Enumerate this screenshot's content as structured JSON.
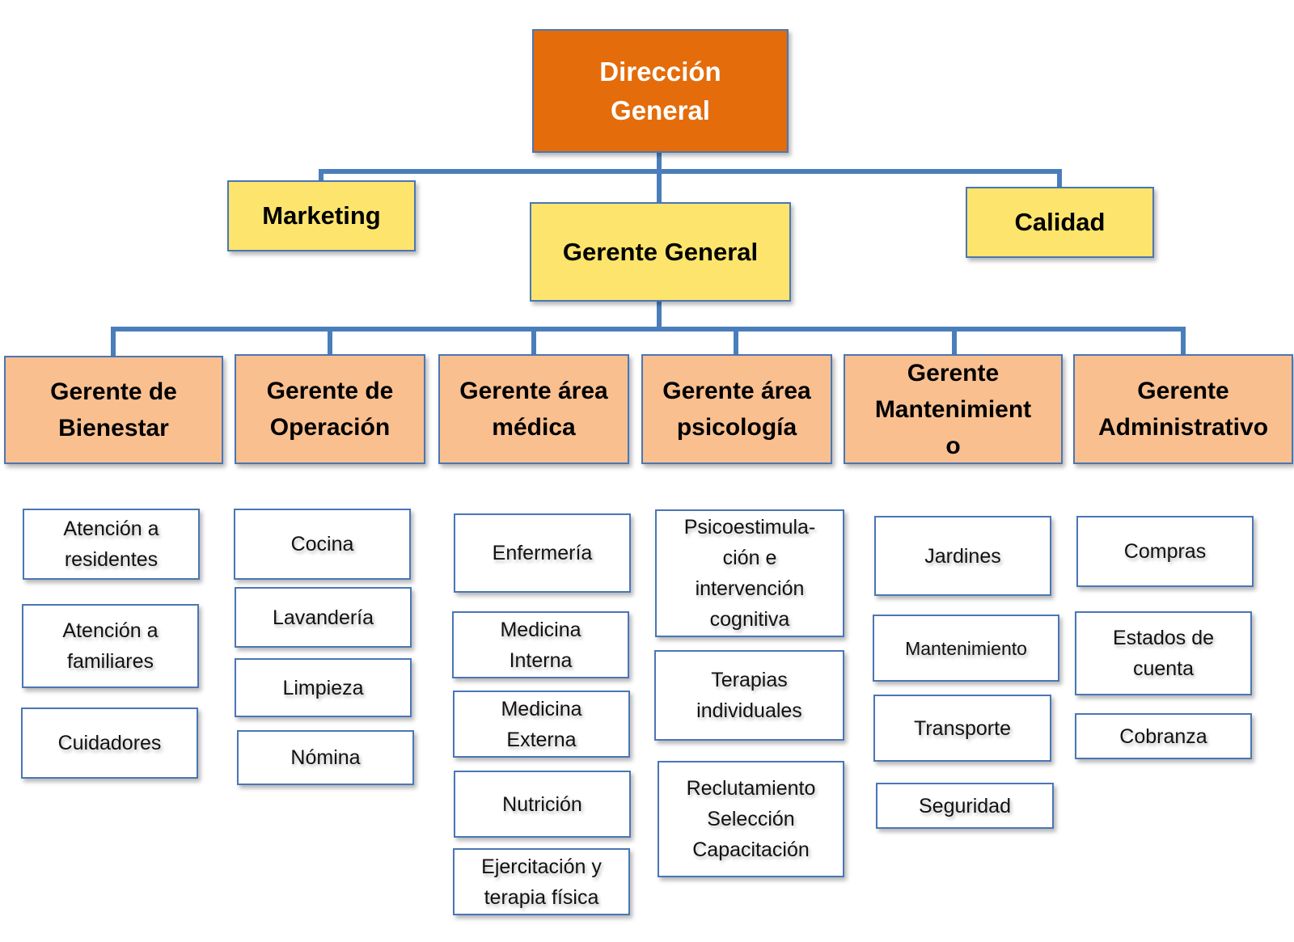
{
  "title": "Organigrama",
  "colors": {
    "top": "#e46c0a",
    "staff": "#fde46c",
    "manager": "#f9bf8f",
    "unit": "#ffffff",
    "border": "#4a76b5",
    "connector": "#4a7ebb"
  },
  "top": {
    "label": "Dirección\nGeneral"
  },
  "staff": [
    {
      "label": "Marketing"
    },
    {
      "label": "Gerente General"
    },
    {
      "label": "Calidad"
    }
  ],
  "managers": [
    {
      "label": "Gerente de\nBienestar",
      "units": [
        "Atención a\nresidentes",
        "Atención a\nfamiliares",
        "Cuidadores"
      ]
    },
    {
      "label": "Gerente de\nOperación",
      "units": [
        "Cocina",
        "Lavandería",
        "Limpieza",
        "Nómina"
      ]
    },
    {
      "label": "Gerente área\nmédica",
      "units": [
        "Enfermería",
        "Medicina\nInterna",
        "Medicina\nExterna",
        "Nutrición",
        "Ejercitación y\nterapia física"
      ]
    },
    {
      "label": "Gerente área\npsicología",
      "units": [
        "Psicoestimula-\nción e\nintervención\ncognitiva",
        "Terapias\nindividuales",
        "Reclutamiento\nSelección\nCapacitación"
      ]
    },
    {
      "label": "Gerente\nMantenimient\no",
      "units": [
        "Jardines",
        "Mantenimiento",
        "Transporte",
        "Seguridad"
      ]
    },
    {
      "label": "Gerente\nAdministrativo",
      "units": [
        "Compras",
        "Estados de\ncuenta",
        "Cobranza"
      ]
    }
  ]
}
